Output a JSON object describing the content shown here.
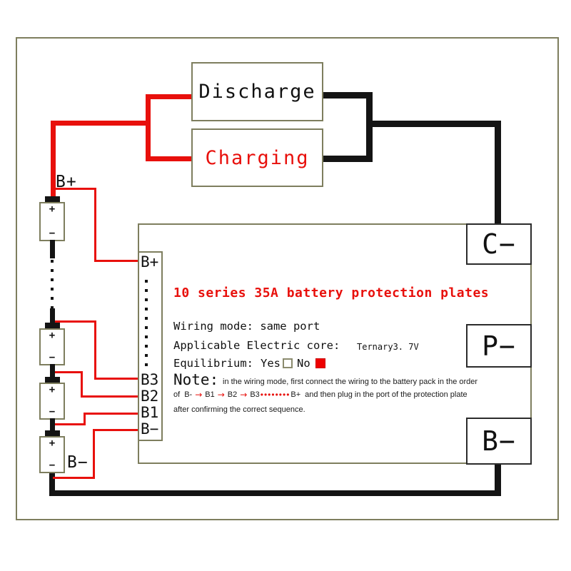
{
  "top_boxes": {
    "discharge_label": "Discharge",
    "charging_label": "Charging"
  },
  "ports": {
    "c_minus_label": "C−",
    "p_minus_label": "P−",
    "b_minus_label": "B−"
  },
  "pack": {
    "b_plus_label": "B+",
    "b_minus_label": "B−",
    "cell_plus": "+",
    "cell_minus": "−"
  },
  "board": {
    "terminals": {
      "b_plus": "B+",
      "b3": "B3",
      "b2": "B2",
      "b1": "B1",
      "b_minus": "B−"
    },
    "title": "10 series 35A battery protection plates",
    "wiring_mode_line": "Wiring mode: same port",
    "core_label": "Applicable Electric core:",
    "core_value": "Ternary3. 7V",
    "equilibrium_label": "Equilibrium:",
    "yes_label": "Yes",
    "no_label": "No",
    "note": {
      "label": "Note:",
      "line1": "in the wiring mode, first connect the wiring to the battery pack in the order",
      "of_word": "of",
      "seq_b_minus": "B-",
      "arrow": "→",
      "seq_b1": "B1",
      "seq_b2": "B2",
      "seq_b3": "B3",
      "dots": "••••••••",
      "seq_b_plus": "B+",
      "line2_rest": "and then plug in the port of the protection plate",
      "line3": "after confirming the correct sequence."
    }
  },
  "colors": {
    "wire_red": "#e8100c",
    "wire_black": "#141414",
    "border_olive": "#7e7e5e",
    "title_red": "#e8100c",
    "no_checkbox_fill": "#ee0000"
  }
}
